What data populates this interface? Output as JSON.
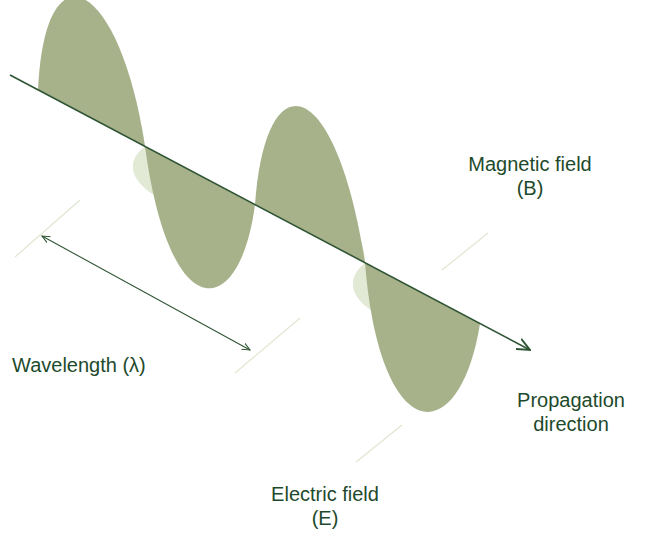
{
  "diagram": {
    "labels": [
      "Magnetic field (B)",
      "Wavelength (λ)",
      "Propagation direction",
      "Electric field (E)"
    ]
  }
}
